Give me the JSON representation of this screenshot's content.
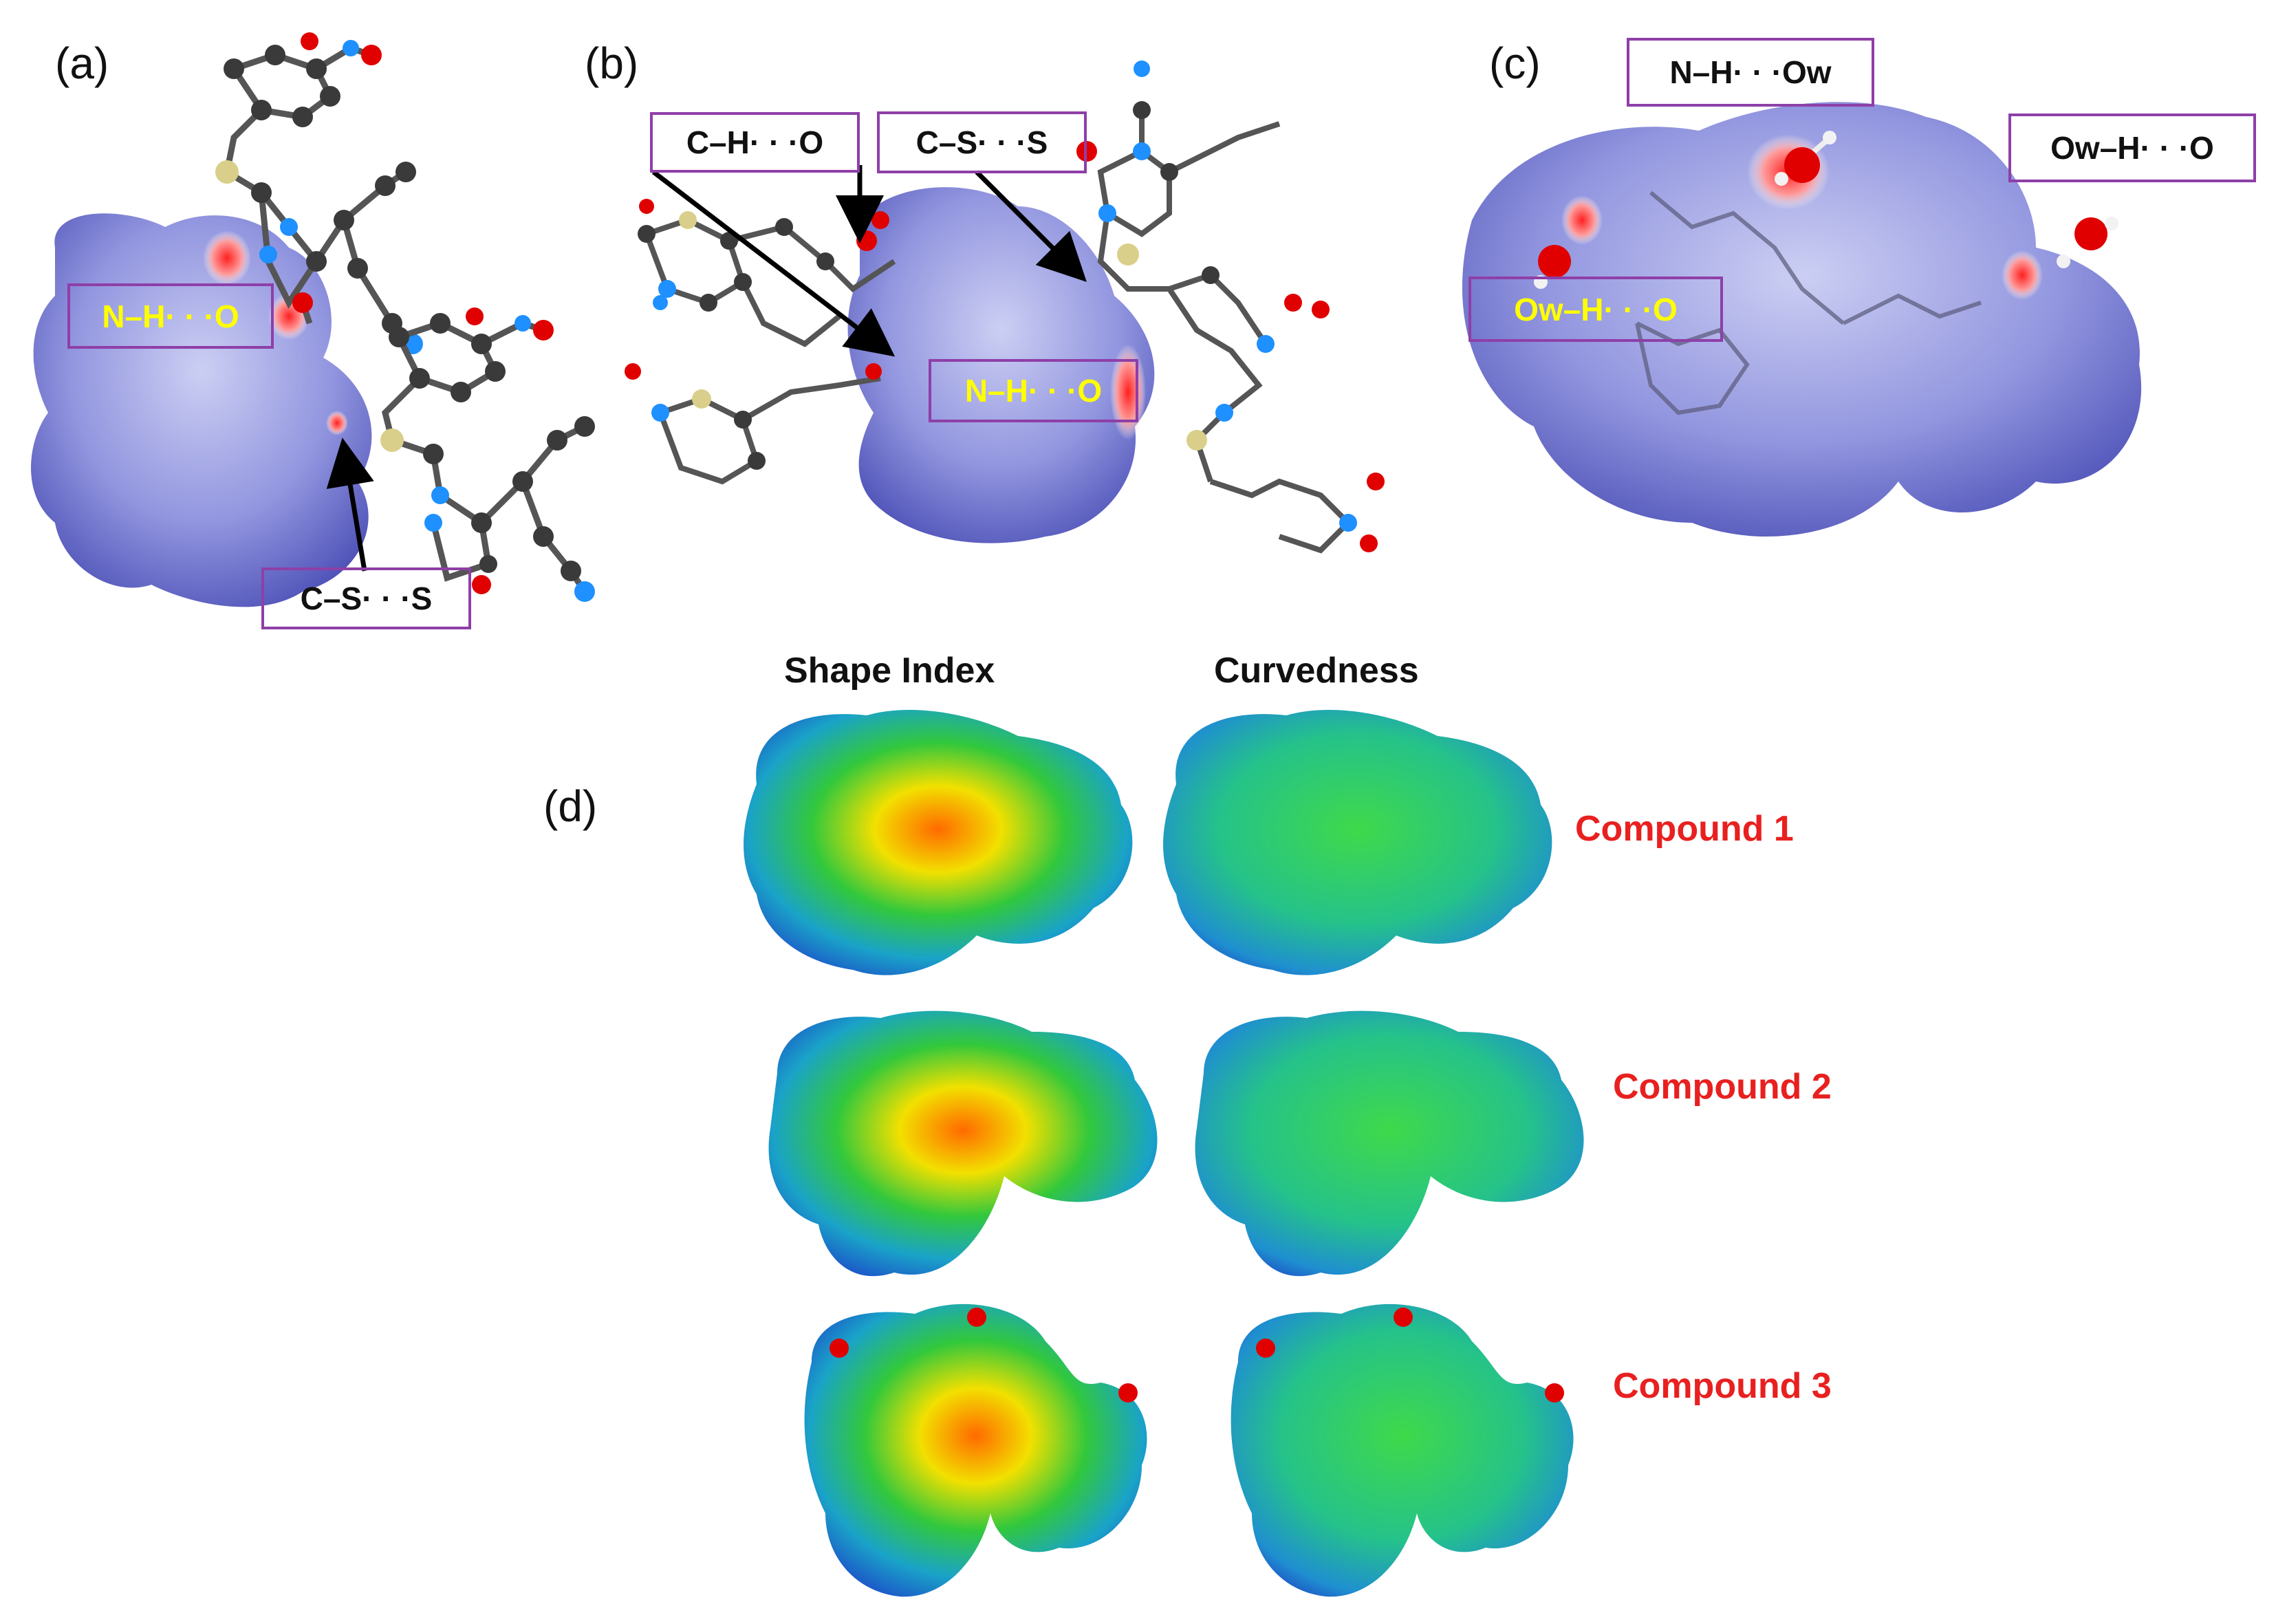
{
  "panels": {
    "a": {
      "label": "(a)",
      "callouts": [
        "N–H· · ·O",
        "C–S· · ·S"
      ]
    },
    "b": {
      "label": "(b)",
      "callouts": [
        "C–H· · ·O",
        "C–S· · ·S",
        "N–H· · ·O"
      ]
    },
    "c": {
      "label": "(c)",
      "callouts": [
        "N–H· · ·Ow",
        "Ow–H· · ·O",
        "Ow–H· · ·O"
      ]
    },
    "d": {
      "label": "(d)",
      "columns": [
        "Shape Index",
        "Curvedness"
      ],
      "rows": [
        "Compound 1",
        "Compound 2",
        "Compound 3"
      ]
    }
  },
  "colors": {
    "callout_border": "#8e3fa8",
    "yellow_text": "#ffff00",
    "compound_label": "#e8201f",
    "dnorm_surface": "#8a8fe0",
    "atom_carbon": "#3a3a3a",
    "atom_nitrogen": "#1e90ff",
    "atom_oxygen": "#e00000",
    "atom_sulfur": "#d9cf8a",
    "atom_hydrogen": "#f2f2c8"
  }
}
